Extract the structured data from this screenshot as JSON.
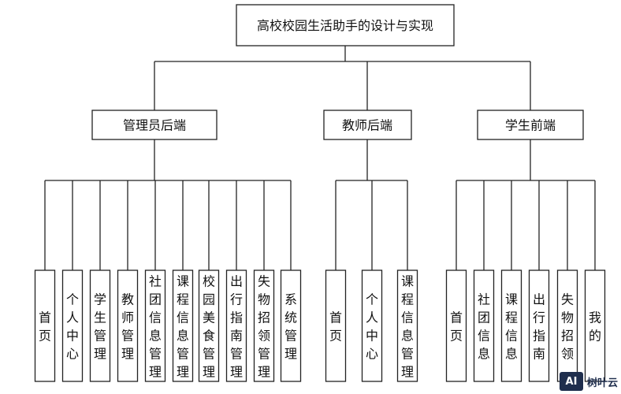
{
  "root": "高校校园生活助手的设计与实现",
  "groups": [
    {
      "title": "管理员后端",
      "items": [
        "首页",
        "个人中心",
        "学生管理",
        "教师管理",
        "社团信息管理",
        "课程信息管理",
        "校园美食管理",
        "出行指南管理",
        "失物招领管理",
        "系统管理"
      ]
    },
    {
      "title": "教师后端",
      "items": [
        "首页",
        "个人中心",
        "课程信息管理"
      ]
    },
    {
      "title": "学生前端",
      "items": [
        "首页",
        "社团信息",
        "课程信息",
        "出行指南",
        "失物招领",
        "我的"
      ]
    }
  ],
  "watermark": {
    "logo": "AI",
    "text": "树叶云"
  }
}
